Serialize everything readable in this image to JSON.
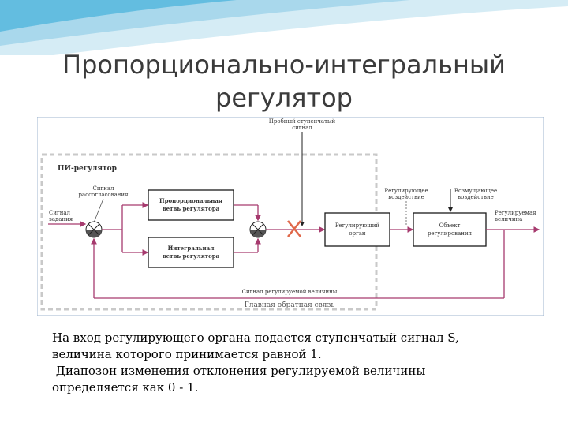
{
  "slide": {
    "title_line1": "Пропорционально-интегральный",
    "title_line2": "регулятор",
    "caption": [
      "На вход регулирующего органа подается ступенчатый сигнал S,",
      "величина которого принимается равной 1.",
      " Диапозон изменения отклонения регулируемой величины",
      "определяется как 0 - 1."
    ]
  },
  "diagram": {
    "step_signal": [
      "Пробный ступенчатый",
      "сигнал"
    ],
    "pi_regulator": "ПИ-регулятор",
    "mismatch_signal": [
      "Сигнал",
      "рассогласования"
    ],
    "setpoint": [
      "Сигнал",
      "задания"
    ],
    "proportional_branch": [
      "Пропорциональная",
      "ветвь регулятора"
    ],
    "integral_branch": [
      "Интегральная",
      "ветвь регулятора"
    ],
    "control_action": [
      "Регулирующее",
      "воздействие"
    ],
    "disturbance": [
      "Возмущающее",
      "воздействие"
    ],
    "controlled_variable": [
      "Регулируемая",
      "величина"
    ],
    "control_organ": [
      "Регулирующий",
      "орган"
    ],
    "plant": [
      "Объект",
      "регулирования"
    ],
    "feedback_signal": "Сигнал регулируемой величины",
    "main_feedback": "Главная обратная связь",
    "colors": {
      "arrow": "#a63a6e",
      "box": "#1a1a1a",
      "dashed": "#c9c9c9",
      "frame": "#9fb5cf",
      "cross": "#e0684a"
    }
  }
}
